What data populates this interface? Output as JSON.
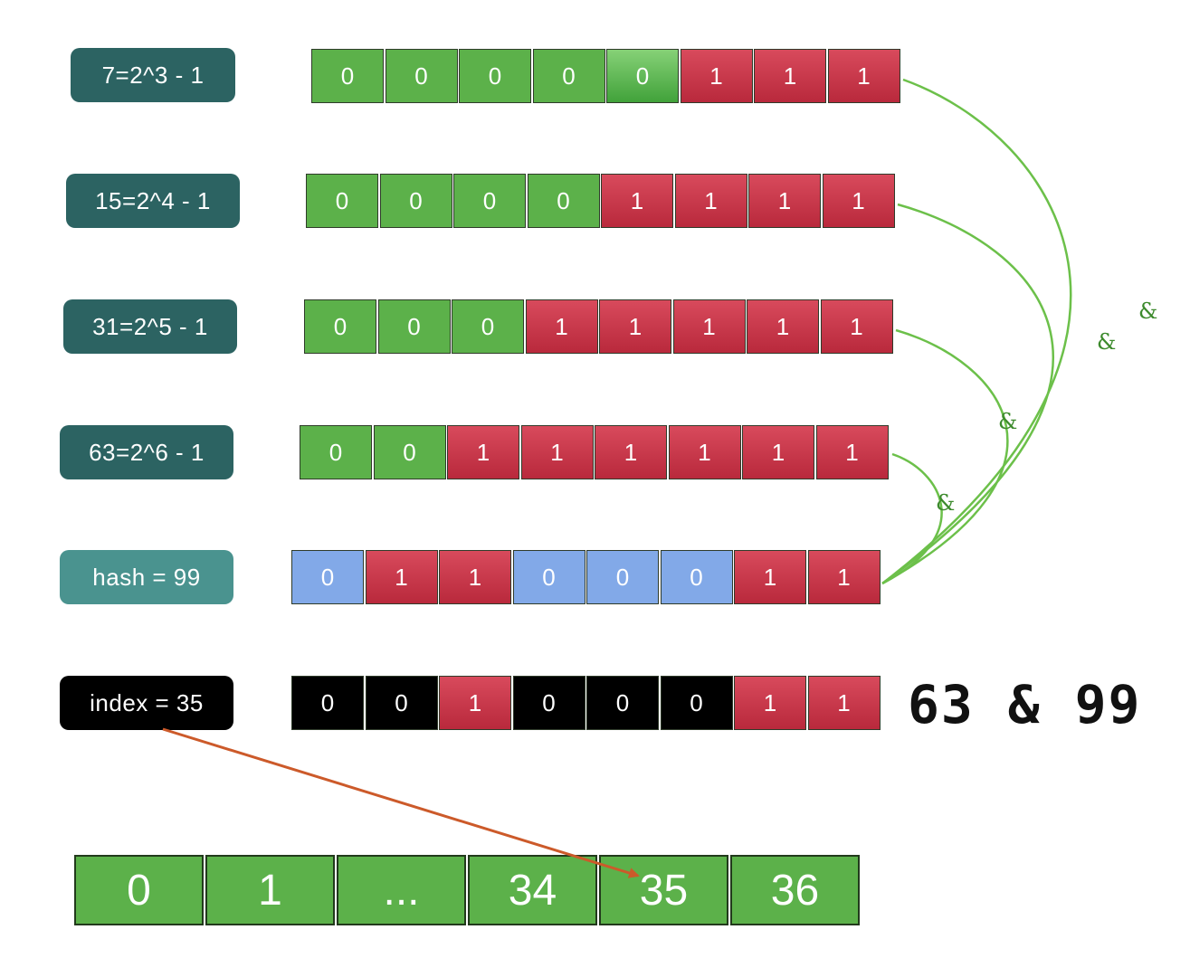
{
  "colors": {
    "label_dark": "#2c6362",
    "label_hash": "#4a938f",
    "label_index": "#000000",
    "bit_zero_mask": "#5cb14a",
    "bit_one": "#c8364a",
    "bit_zero_hash": "#82a9e8",
    "bit_zero_result": "#000000",
    "curve": "#6cc04a",
    "ampersand": "#3c8a2c",
    "arrow": "#cc5a2a"
  },
  "rows": [
    {
      "name": "mask-7",
      "label": "7=2^3 - 1",
      "bits": [
        "0",
        "0",
        "0",
        "0",
        "0",
        "1",
        "1",
        "1"
      ],
      "zero_style": "green",
      "highlight_index": 4
    },
    {
      "name": "mask-15",
      "label": "15=2^4 - 1",
      "bits": [
        "0",
        "0",
        "0",
        "0",
        "1",
        "1",
        "1",
        "1"
      ],
      "zero_style": "green"
    },
    {
      "name": "mask-31",
      "label": "31=2^5 - 1",
      "bits": [
        "0",
        "0",
        "0",
        "1",
        "1",
        "1",
        "1",
        "1"
      ],
      "zero_style": "green"
    },
    {
      "name": "mask-63",
      "label": "63=2^6 - 1",
      "bits": [
        "0",
        "0",
        "1",
        "1",
        "1",
        "1",
        "1",
        "1"
      ],
      "zero_style": "green"
    },
    {
      "name": "hash-99",
      "label": "hash = 99",
      "bits": [
        "0",
        "1",
        "1",
        "0",
        "0",
        "0",
        "1",
        "1"
      ],
      "zero_style": "blue"
    },
    {
      "name": "index-35",
      "label": "index = 35",
      "bits": [
        "0",
        "0",
        "1",
        "0",
        "0",
        "0",
        "1",
        "1"
      ],
      "zero_style": "black"
    }
  ],
  "and_symbol": "&",
  "expression": "63 & 99",
  "array_cells": [
    "0",
    "1",
    "...",
    "34",
    "35",
    "36"
  ],
  "arrow_target": "35"
}
